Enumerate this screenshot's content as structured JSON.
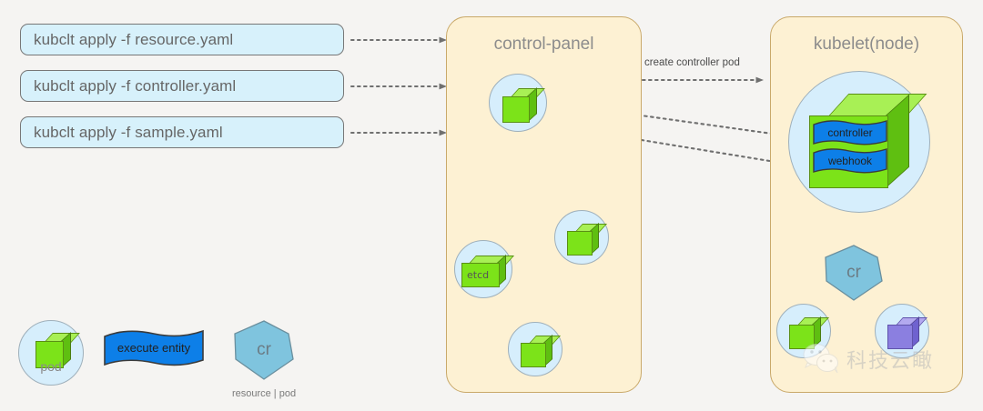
{
  "commands": [
    {
      "label": "kubclt apply -f resource.yaml"
    },
    {
      "label": "kubclt apply -f controller.yaml"
    },
    {
      "label": "kubclt apply -f sample.yaml"
    }
  ],
  "panels": {
    "control_panel": {
      "title": "control-panel"
    },
    "node": {
      "title": "kubelet(node)"
    }
  },
  "edges": {
    "create_controller_pod": "create controller pod"
  },
  "control_panel_nodes": {
    "apiserver": {
      "label": ""
    },
    "etcd": {
      "label": "etcd"
    },
    "pod_right": {
      "label": ""
    },
    "pod_bottom": {
      "label": ""
    }
  },
  "node_contents": {
    "controller_banner": "controller",
    "webhook_banner": "webhook",
    "cr_shape": "cr",
    "pod_green": "",
    "pod_purple": ""
  },
  "legend": {
    "pod": {
      "label": "pod"
    },
    "execute_entity": {
      "label": "execute entity"
    },
    "cr": {
      "label": "cr",
      "caption": "resource | pod"
    }
  },
  "watermark": {
    "text": "科技云瞰"
  },
  "colors": {
    "page_bg": "#f5f4f2",
    "panel_bg": "#fdf1d3",
    "panel_border": "#c9a96a",
    "cmd_bg": "#d7f1fb",
    "cmd_border": "#777777",
    "circle_bg": "#d6eefc",
    "cube_green": "#7ce319",
    "cube_purple": "#8b7fe0",
    "banner_blue": "#0d7fe8",
    "heptagon": "#7fc4de",
    "edge": "#6b6b6b"
  }
}
